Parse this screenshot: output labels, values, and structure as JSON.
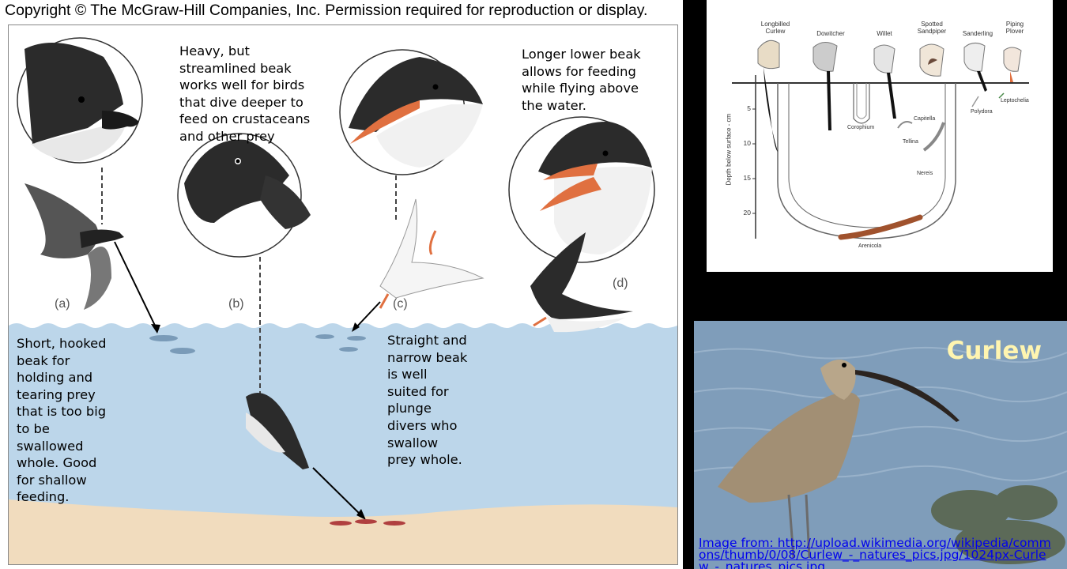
{
  "left_figure": {
    "copyright": "Copyright © The McGraw-Hill Companies, Inc. Permission required for reproduction or display.",
    "captions": {
      "a": [
        "Short, hooked",
        "beak for",
        "holding and",
        "tearing prey",
        "that is too big",
        "to be",
        "swallowed",
        "whole. Good",
        "for shallow",
        "feeding."
      ],
      "b": [
        "Heavy, but",
        "streamlined beak",
        "works well for birds",
        "that dive deeper to",
        "feed on crustaceans",
        "and other prey"
      ],
      "c": [
        "Straight and",
        "narrow beak",
        "is well",
        "suited for",
        "plunge",
        "divers who",
        "swallow",
        "prey whole."
      ],
      "d": [
        "Longer lower beak",
        "allows for feeding",
        "while flying above",
        "the water."
      ]
    },
    "panel_letters": {
      "a": "(a)",
      "b": "(b)",
      "c": "(c)",
      "d": "(d)"
    },
    "colors": {
      "sky": "#ffffff",
      "water": "#bcd6ea",
      "sand": "#f1dcbe",
      "beak_orange": "#e07040",
      "head_dark": "#2b2b2b"
    }
  },
  "shorebird_figure": {
    "birds": [
      {
        "name": "Longbilled\nCurlew"
      },
      {
        "name": "Dowitcher"
      },
      {
        "name": "Willet"
      },
      {
        "name": "Spotted\nSandpiper"
      },
      {
        "name": "Sanderling"
      },
      {
        "name": "Piping\nPlover"
      }
    ],
    "prey": {
      "corophium": "Corophium",
      "capitella": "Capitella",
      "tellina": "Tellina",
      "nereis": "Nereis",
      "polydora": "Polydora",
      "leptochelia": "Leptochelia",
      "arenicola": "Arenicola"
    },
    "y_axis": {
      "label": "Depth below surface - cm",
      "ticks": [
        "5",
        "10",
        "15",
        "20"
      ]
    }
  },
  "curlew_photo": {
    "title": "Curlew",
    "credit": "Image from: http://upload.wikimedia.org/wikipedia/commons/thumb/0/08/Curlew_-_natures_pics.jpg/1024px-Curlew_-_natures_pics.jpg"
  }
}
